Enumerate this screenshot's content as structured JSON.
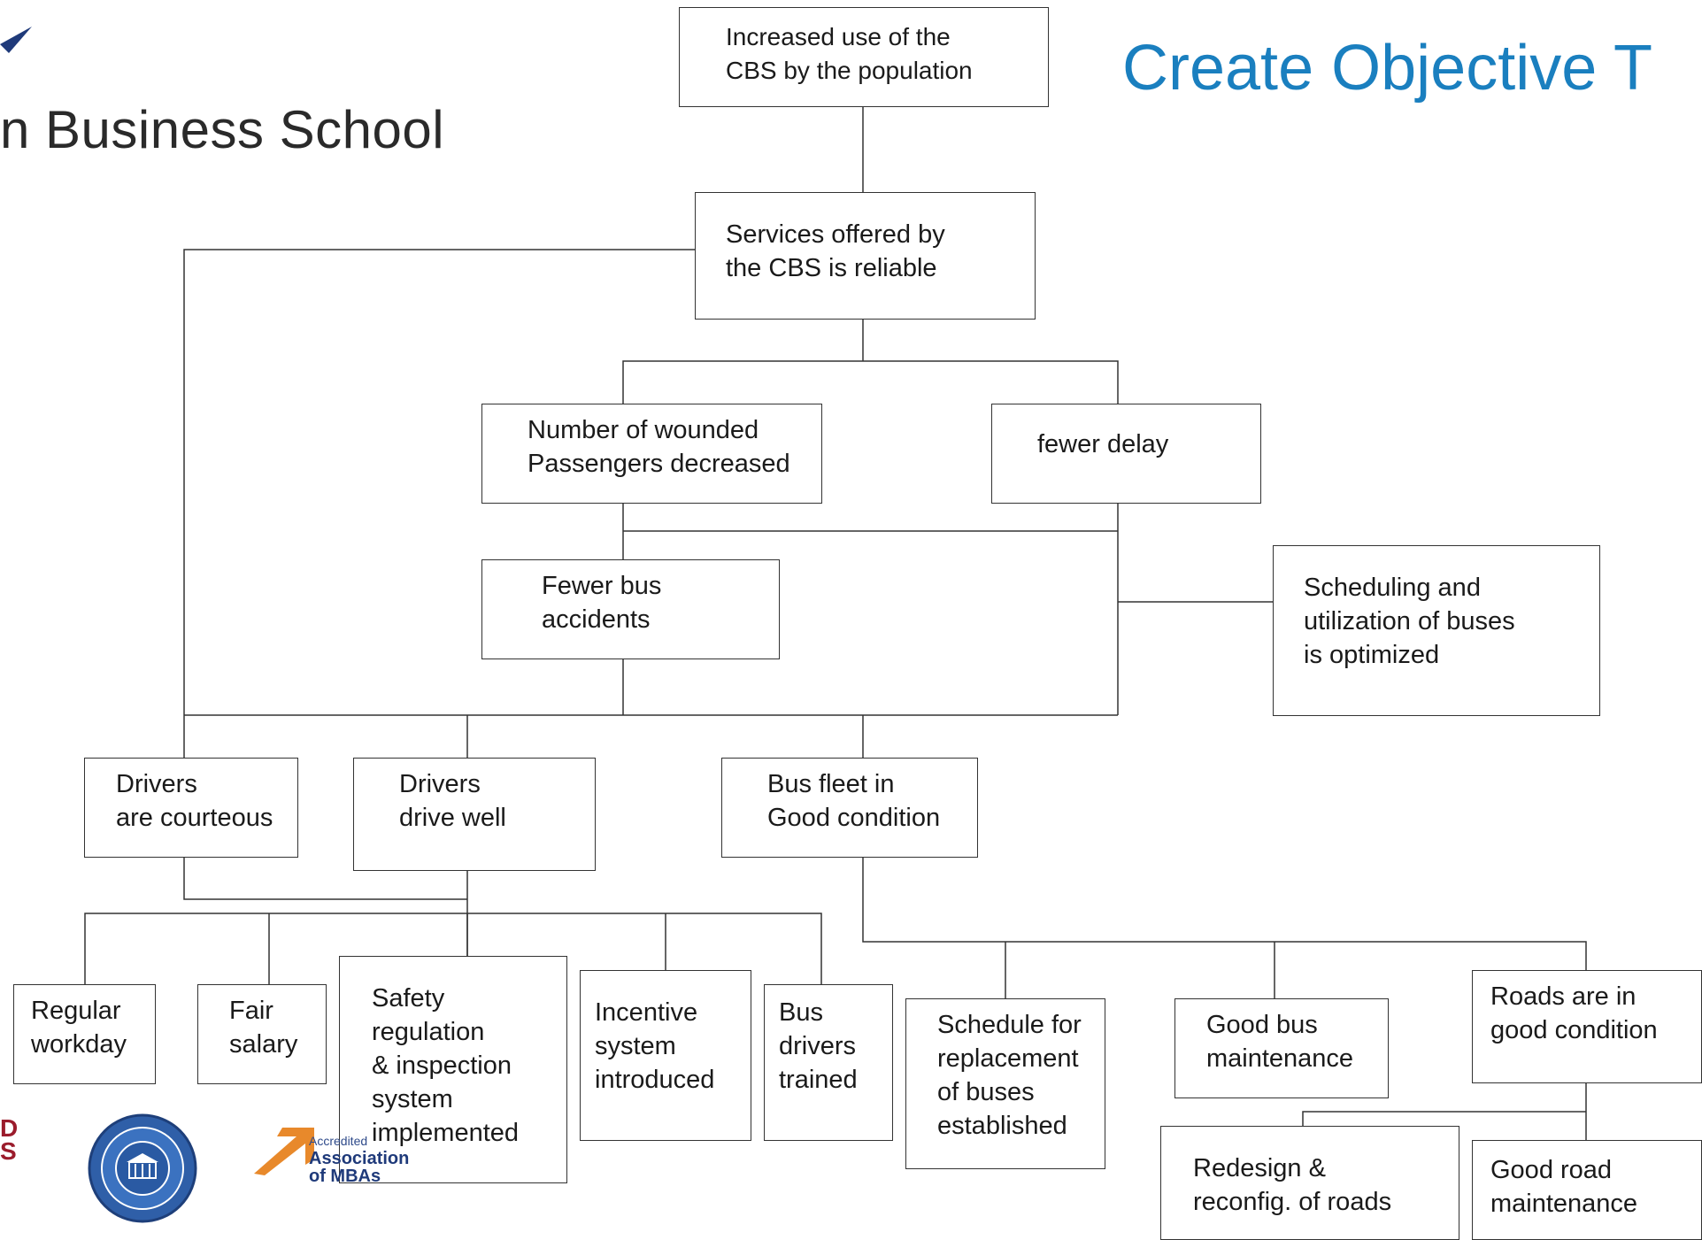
{
  "header": {
    "logo_text": "n Business School",
    "title": "Create Objective T"
  },
  "accreditation": {
    "amba_small": "Accredited",
    "amba_name": "Association\nof MBAs",
    "aacsb_partial": "D\nS"
  },
  "colors": {
    "title": "#1a7fbf",
    "line": "#333333",
    "logo_blue": "#1f3a7a"
  },
  "tree": {
    "top": "Increased use of the\nCBS by the population",
    "reliable": "Services offered by\nthe CBS is reliable",
    "wounded": "Number of wounded\nPassengers decreased",
    "delay": "fewer delay",
    "accidents": "Fewer bus\naccidents",
    "scheduling": "Scheduling and\nutilization of buses\nis optimized",
    "courteous": "Drivers\nare courteous",
    "drive_well": "Drivers\ndrive well",
    "fleet": "Bus fleet in\nGood condition",
    "regular": "Regular\nworkday",
    "salary": "Fair\nsalary",
    "safety": "Safety\nregulation\n& inspection\nsystem\nimplemented",
    "incentive": "Incentive\nsystem\nintroduced",
    "trained": "Bus\ndrivers\ntrained",
    "replacement": "Schedule for\nreplacement\nof buses\nestablished",
    "maintenance": "Good bus\nmaintenance",
    "roads": "Roads are in\ngood condition",
    "redesign": "Redesign &\nreconfig. of roads",
    "road_maint": "Good road\nmaintenance"
  }
}
